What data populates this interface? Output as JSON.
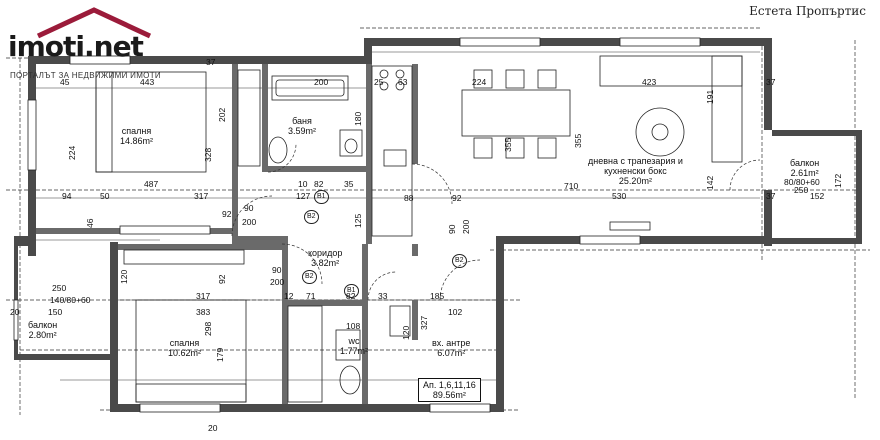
{
  "header": {
    "logo_text": "imoti.net",
    "logo_subtitle": "ПОРТАЛЪТ ЗА НЕДВИЖИМИ ИМОТИ",
    "brand": "Естета Пропъртис",
    "logo_accent_color": "#9b1b3a"
  },
  "rooms": {
    "bedroom1": {
      "name": "спалня",
      "area": "14.86m²"
    },
    "bathroom": {
      "name": "баня",
      "area": "3.59m²"
    },
    "living": {
      "name": "дневна с трапезария и",
      "name2": "кухненски бокс",
      "area": "25.20m²"
    },
    "balcony_right": {
      "name": "балкон",
      "area": "2.61m²"
    },
    "corridor": {
      "name": "коридор",
      "area": "3.82m²"
    },
    "balcony_left": {
      "name": "балкон",
      "area": "2.80m²"
    },
    "bedroom2": {
      "name": "спалня",
      "area": "10.62m²"
    },
    "wc": {
      "name": "wc",
      "area": "1.77m²"
    },
    "entrance": {
      "name": "вх. антре",
      "area": "6.07m²"
    }
  },
  "apartment_box": {
    "line1": "Ап. 1,6,11,16",
    "line2": "89.56m²"
  },
  "dimensions": {
    "d443": "443",
    "d200": "200",
    "d63": "63",
    "d224a": "224",
    "d423": "423",
    "d37a": "37",
    "d37b": "37",
    "d37c": "37",
    "d45": "45",
    "d25a": "25",
    "d224b": "224",
    "d202": "202",
    "d328": "328",
    "d180": "180",
    "d355a": "355",
    "d355b": "355",
    "d191": "191",
    "d487": "487",
    "d317a": "317",
    "d710": "710",
    "d94": "94",
    "d50": "50",
    "d92a": "92",
    "d88": "88",
    "d92b": "92",
    "d530": "530",
    "d142": "142",
    "d172": "172",
    "d152": "152",
    "d250a": "250",
    "d80_60": "80/80+60",
    "d383": "383",
    "d317b": "317",
    "d92c": "92",
    "d71": "71",
    "d82": "82",
    "d33": "33",
    "d185": "185",
    "d102": "102",
    "d108": "108",
    "d298": "298",
    "d179": "179",
    "d150": "150",
    "d140_80": "140/80+60",
    "d250b": "250",
    "d120a": "120",
    "d120b": "120",
    "d90_200a": "90",
    "d200b": "200",
    "d90_200b": "90",
    "d200c": "200",
    "d90_200c": "90",
    "d200d": "200",
    "d20a": "20",
    "d20b": "20",
    "d327": "327",
    "d46": "46",
    "d10": "10",
    "d82b": "82",
    "d35": "35",
    "d127": "127",
    "d125": "125",
    "d12": "12"
  },
  "door_tags": {
    "b1a": "B1",
    "b2a": "B2",
    "b2b": "B2",
    "b2c": "B2",
    "b1b": "B1"
  }
}
